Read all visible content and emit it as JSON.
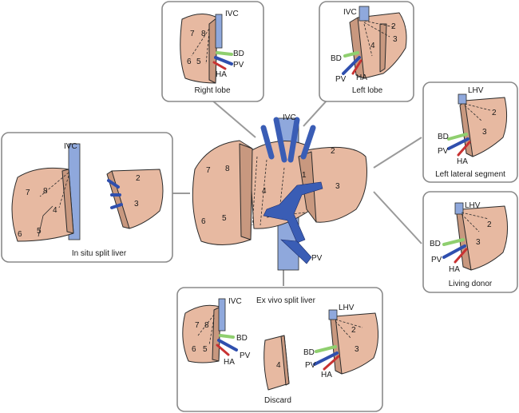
{
  "panels": {
    "right_lobe": {
      "caption": "Right lobe",
      "seg7": "7",
      "seg8": "8",
      "seg6": "6",
      "seg5": "5",
      "ivc": "IVC",
      "bd": "BD",
      "pv": "PV",
      "ha": "HA"
    },
    "left_lobe": {
      "caption": "Left lobe",
      "ivc": "IVC",
      "seg2": "2",
      "seg3": "3",
      "seg4": "4",
      "bd": "BD",
      "pv": "PV",
      "ha": "HA"
    },
    "left_lateral": {
      "caption": "Left lateral segment",
      "lhv": "LHV",
      "seg2": "2",
      "seg3": "3",
      "bd": "BD",
      "pv": "PV",
      "ha": "HA"
    },
    "living_donor": {
      "caption": "Living donor",
      "lhv": "LHV",
      "seg2": "2",
      "seg3": "3",
      "bd": "BD",
      "pv": "PV",
      "ha": "HA"
    },
    "in_situ": {
      "caption": "In situ split liver",
      "ivc": "IVC",
      "seg7": "7",
      "seg8": "8",
      "seg4": "4",
      "seg6": "6",
      "seg5": "5",
      "seg2": "2",
      "seg3": "3"
    },
    "ex_vivo": {
      "caption": "Ex vivo split liver",
      "ivc": "IVC",
      "lhv": "LHV",
      "seg7": "7",
      "seg8": "8",
      "seg6": "6",
      "seg5": "5",
      "seg4": "4",
      "seg2": "2",
      "seg3": "3",
      "bd_right": "BD",
      "pv_right": "PV",
      "ha_right": "HA",
      "bd_left": "BD",
      "pv_left": "PV",
      "ha_left": "HA",
      "discard": "Discard"
    }
  },
  "center": {
    "ivc": "IVC",
    "pv": "PV",
    "seg7": "7",
    "seg8": "8",
    "seg6": "6",
    "seg5": "5",
    "seg4": "4",
    "seg1": "1",
    "seg2": "2",
    "seg3": "3"
  },
  "colors": {
    "liver": "#e7b9a1",
    "ivc": "#8fa8dc",
    "portal_vein": "#3a5db5",
    "bile_duct": "#8fcf6f",
    "hepatic_artery": "#c83232"
  }
}
